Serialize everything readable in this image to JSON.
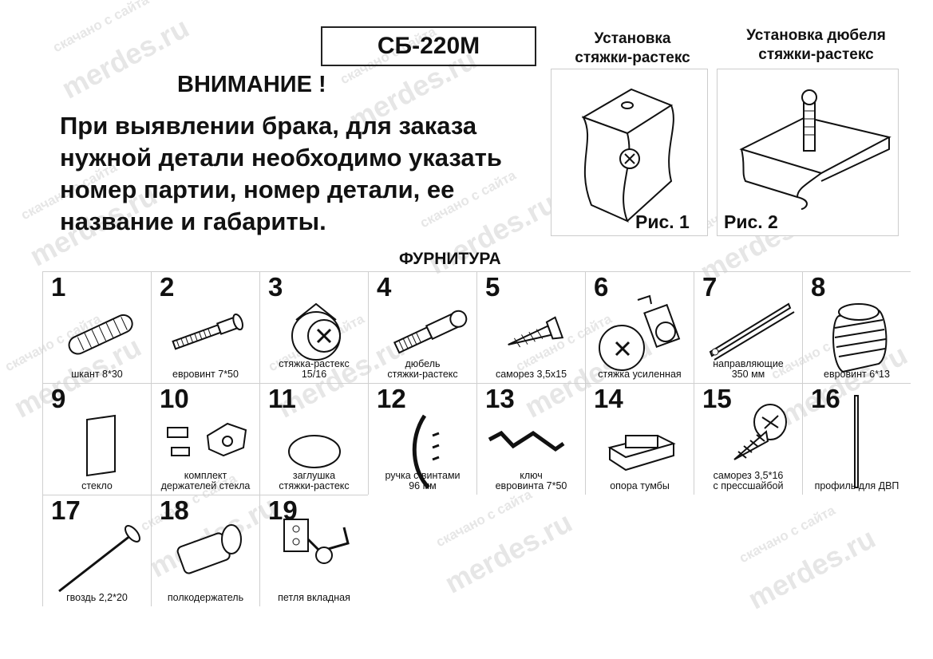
{
  "model": "СБ-220М",
  "warning": {
    "title": "ВНИМАНИЕ !",
    "text": "При выявлении брака, для заказа\nнужной детали необходимо указать\nномер партии, номер детали, ее\nназвание и габариты."
  },
  "figures": [
    {
      "title": "Установка\nстяжки-растекс",
      "caption": "Рис. 1"
    },
    {
      "title": "Установка дюбеля\nстяжки-растекс",
      "caption": "Рис. 2"
    }
  ],
  "section_title": "ФУРНИТУРА",
  "parts": [
    {
      "num": "1",
      "label": "шкант 8*30",
      "icon": "dowel-icon"
    },
    {
      "num": "2",
      "label": "евровинт 7*50",
      "icon": "euroscrew-icon"
    },
    {
      "num": "3",
      "label": "стяжка-растекс\n15/16",
      "icon": "cam-lock-icon"
    },
    {
      "num": "4",
      "label": "дюбель\nстяжки-растекс",
      "icon": "cam-dowel-icon"
    },
    {
      "num": "5",
      "label": "саморез 3,5х15",
      "icon": "screw-icon"
    },
    {
      "num": "6",
      "label": "стяжка усиленная",
      "icon": "reinforced-cam-icon"
    },
    {
      "num": "7",
      "label": "направляющие\n350 мм",
      "icon": "drawer-rail-icon"
    },
    {
      "num": "8",
      "label": "евровинт 6*13",
      "icon": "euroscrew-short-icon"
    },
    {
      "num": "9",
      "label": "стекло",
      "icon": "glass-icon"
    },
    {
      "num": "10",
      "label": "комплект\nдержателей стекла",
      "icon": "glass-holder-icon"
    },
    {
      "num": "11",
      "label": "заглушка\nстяжки-растекс",
      "icon": "cap-icon"
    },
    {
      "num": "12",
      "label": "ручка с винтами\n96 мм",
      "icon": "handle-icon"
    },
    {
      "num": "13",
      "label": "ключ\nевровинта 7*50",
      "icon": "hex-key-icon"
    },
    {
      "num": "14",
      "label": "опора тумбы",
      "icon": "support-icon"
    },
    {
      "num": "15",
      "label": "саморез 3,5*16\nс прессшайбой",
      "icon": "washer-screw-icon"
    },
    {
      "num": "16",
      "label": "профиль для ДВП",
      "icon": "profile-icon"
    },
    {
      "num": "17",
      "label": "гвоздь 2,2*20",
      "icon": "nail-icon"
    },
    {
      "num": "18",
      "label": "полкодержатель",
      "icon": "shelf-pin-icon"
    },
    {
      "num": "19",
      "label": "петля вкладная",
      "icon": "hinge-icon"
    }
  ],
  "watermark": {
    "line1": "скачано с сайта",
    "line2": "merdes.ru"
  }
}
